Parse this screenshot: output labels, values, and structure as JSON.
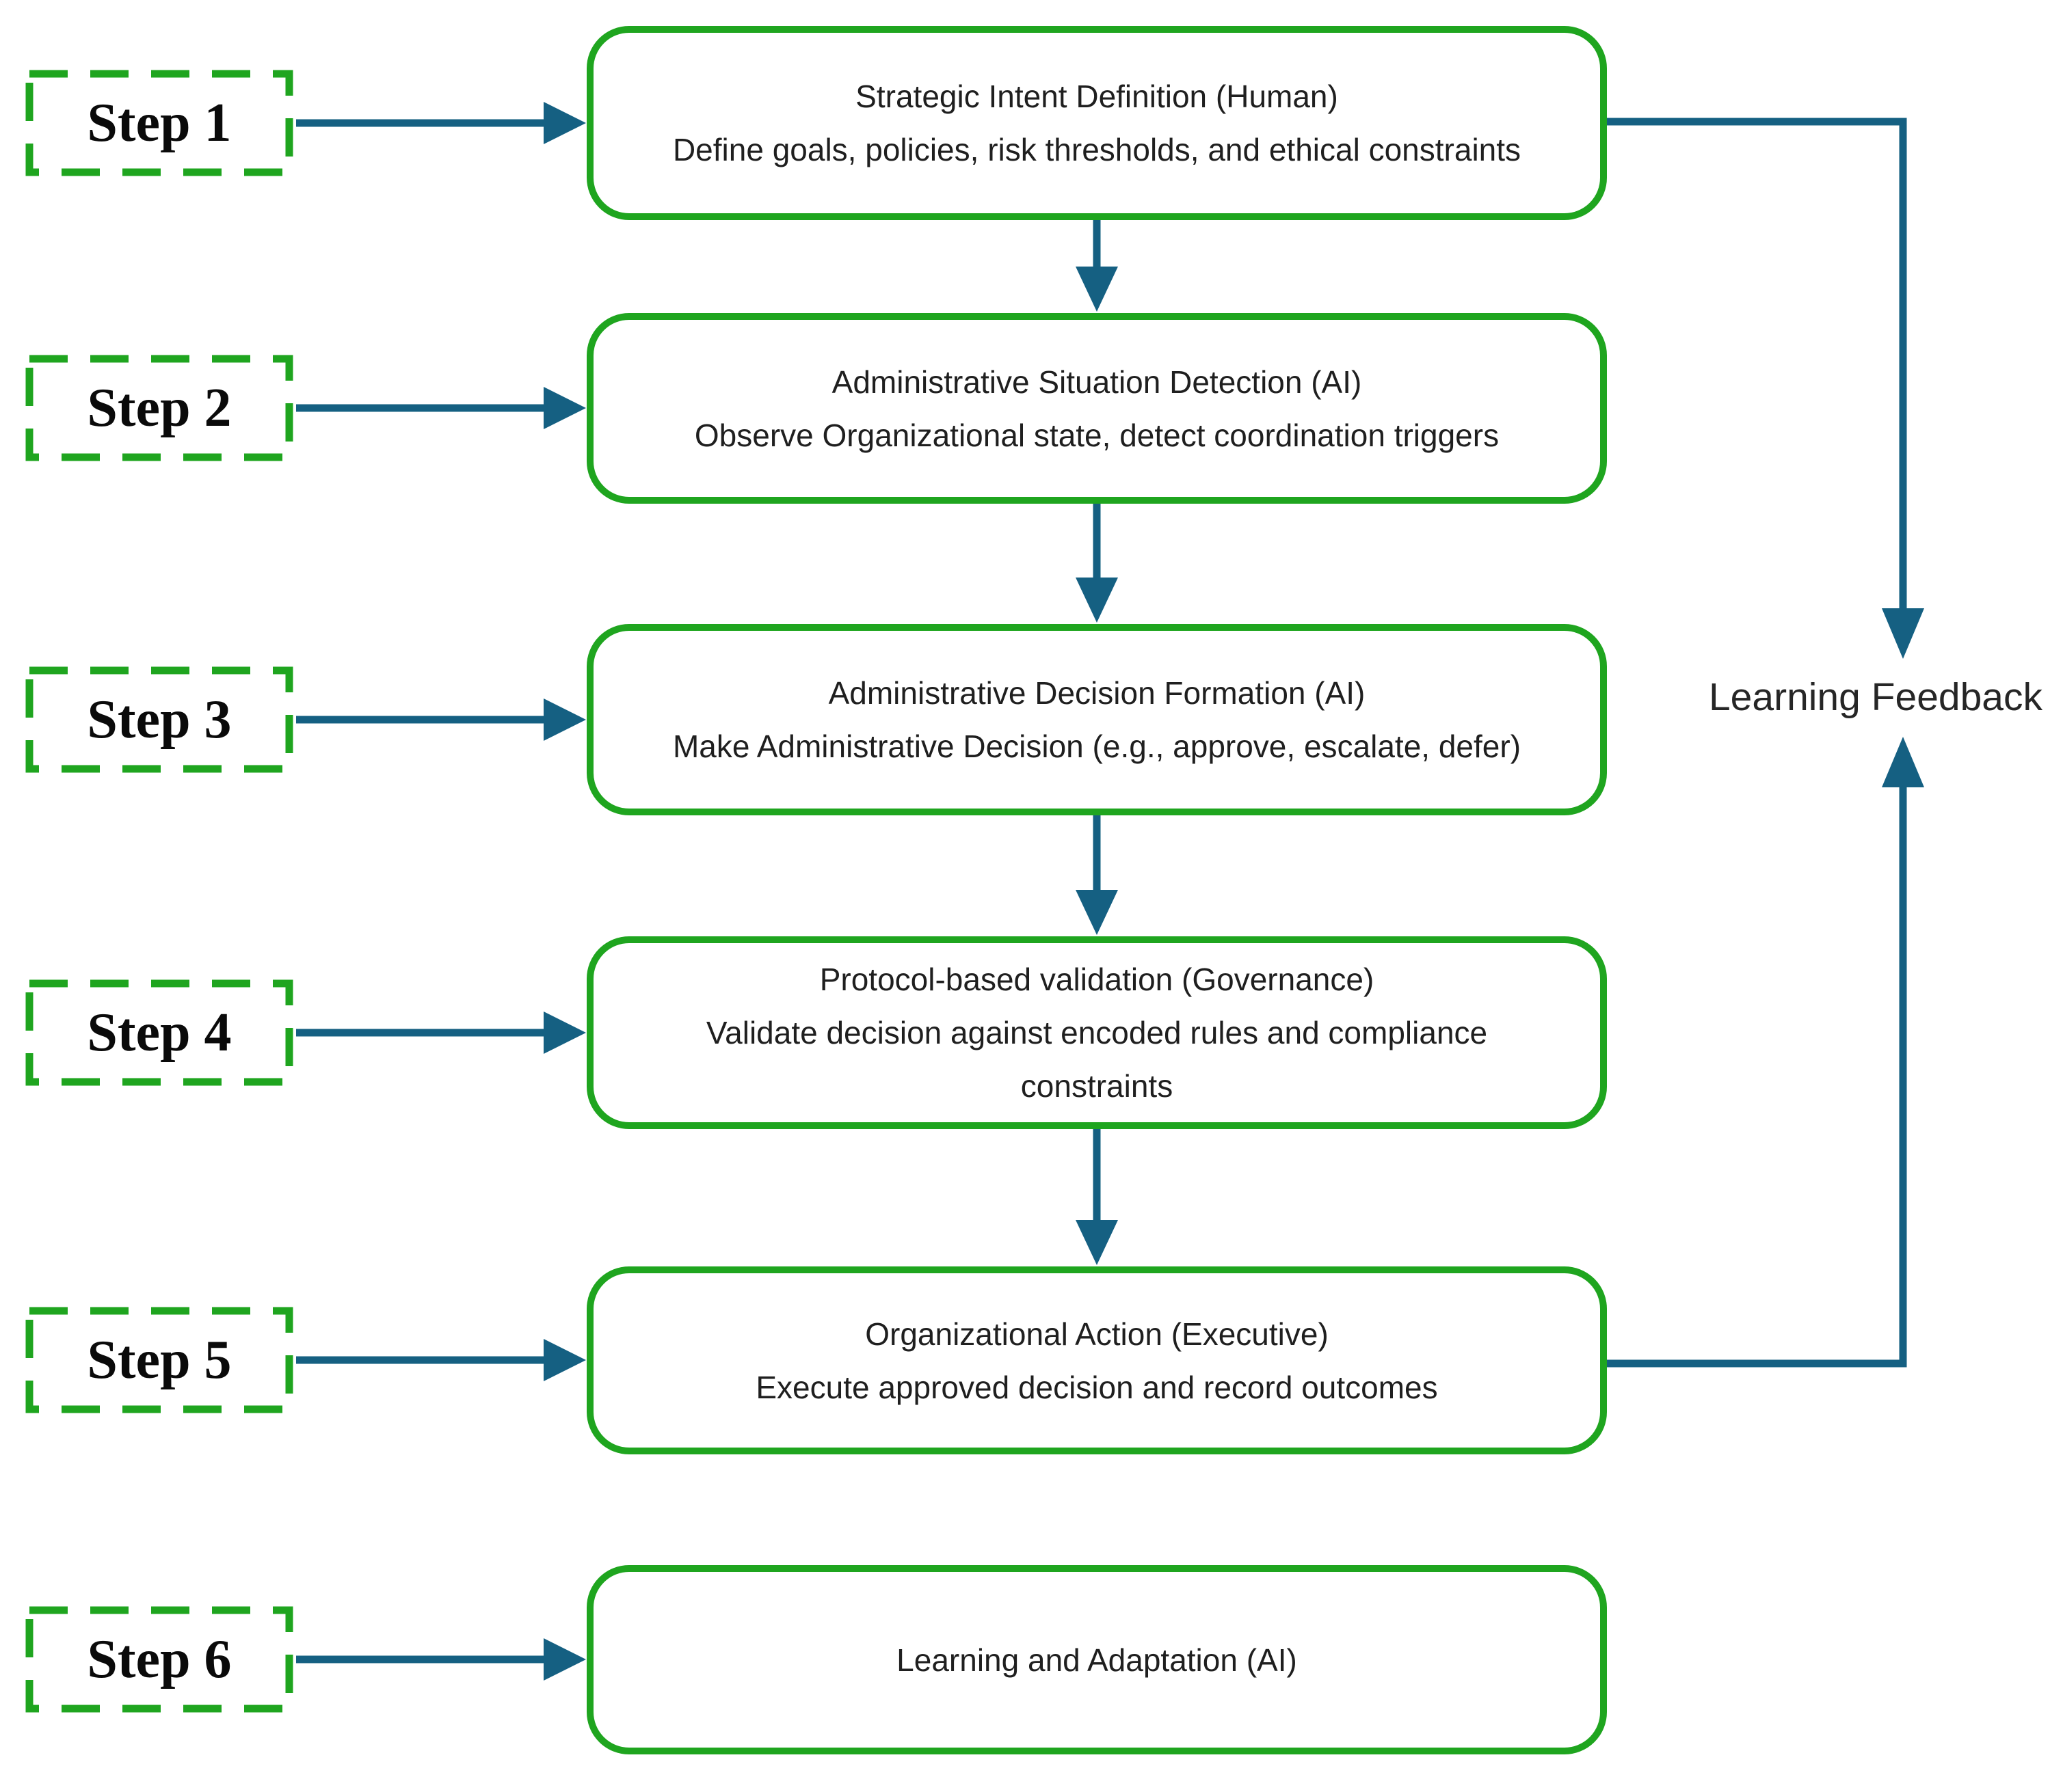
{
  "colors": {
    "box_border": "#1FA51F",
    "connector": "#156082",
    "text": "#1f1f1f"
  },
  "steps": [
    {
      "label": "Step 1"
    },
    {
      "label": "Step 2"
    },
    {
      "label": "Step 3"
    },
    {
      "label": "Step 4"
    },
    {
      "label": "Step 5"
    },
    {
      "label": "Step 6"
    }
  ],
  "boxes": [
    {
      "title": "Strategic Intent Definition (Human)",
      "desc": "Define goals, policies, risk thresholds, and ethical constraints"
    },
    {
      "title": "Administrative Situation Detection (AI)",
      "desc": "Observe Organizational state, detect coordination triggers"
    },
    {
      "title": "Administrative Decision Formation (AI)",
      "desc": "Make Administrative Decision (e.g., approve, escalate, defer)"
    },
    {
      "title": "Protocol-based validation (Governance)",
      "desc": "Validate decision against encoded rules and compliance constraints"
    },
    {
      "title": "Organizational Action (Executive)",
      "desc": "Execute approved decision and record outcomes"
    },
    {
      "title": "Learning and Adaptation (AI)",
      "desc": ""
    }
  ],
  "feedback": {
    "label": "Learning Feedback"
  }
}
